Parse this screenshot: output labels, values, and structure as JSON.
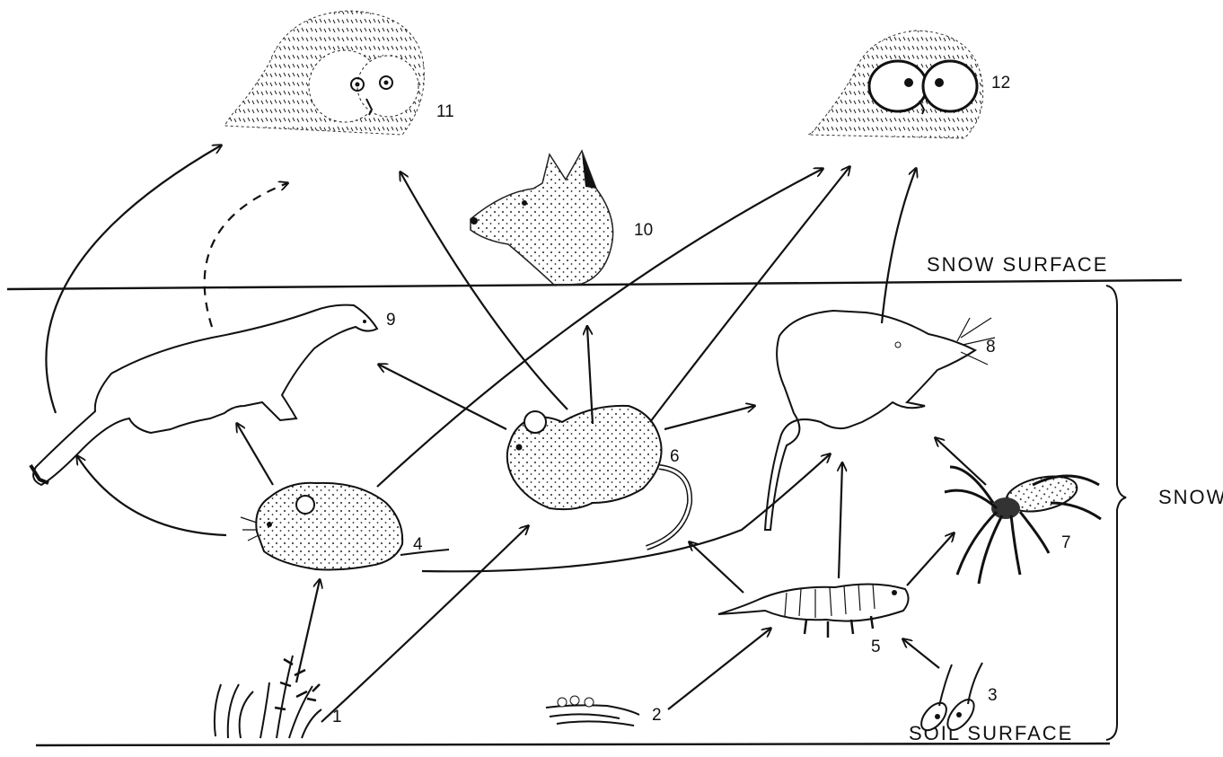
{
  "labels": {
    "snow_surface": "SNOW SURFACE",
    "soil_surface": "SOIL SURFACE",
    "snow": "SNOW"
  },
  "organisms": {
    "n1": "1",
    "n2": "2",
    "n3": "3",
    "n4": "4",
    "n5": "5",
    "n6": "6",
    "n7": "7",
    "n8": "8",
    "n9": "9",
    "n10": "10",
    "n11": "11",
    "n12": "12"
  },
  "colors": {
    "ink": "#111111",
    "background": "#ffffff"
  }
}
